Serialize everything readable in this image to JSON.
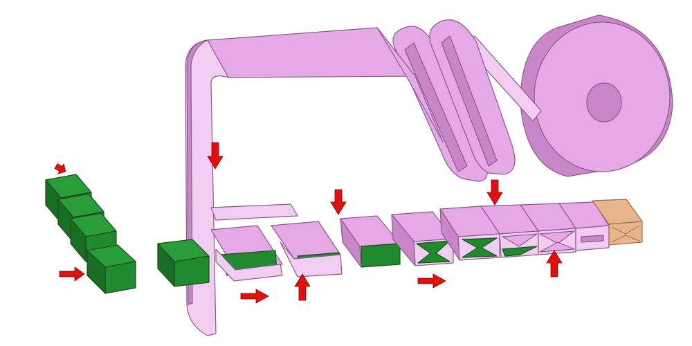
{
  "diagram": {
    "kind": "wrapping-process-illustration",
    "colors": {
      "background": "#ffffff",
      "film": "#e6a8e6",
      "film_light": "#f2cdf2",
      "film_dark": "#c987c9",
      "film_edge": "#8a5a8a",
      "product_front": "#1f8a2e",
      "product_top": "#2a9c3a",
      "product_side": "#176e24",
      "product_edge": "#1d4a1d",
      "finished_package": "#e8b48c",
      "finished_package_edge": "#9a6f4f",
      "arrow": "#e01010",
      "arrow_edge": "#7a0000"
    },
    "components": [
      "film-roll",
      "film-loops",
      "film-web",
      "infeed-products",
      "forming-stages",
      "finished-package"
    ],
    "arrows": [
      "infeed-direction",
      "film-down",
      "conveyor-direction",
      "fold-up",
      "seal-up"
    ]
  }
}
